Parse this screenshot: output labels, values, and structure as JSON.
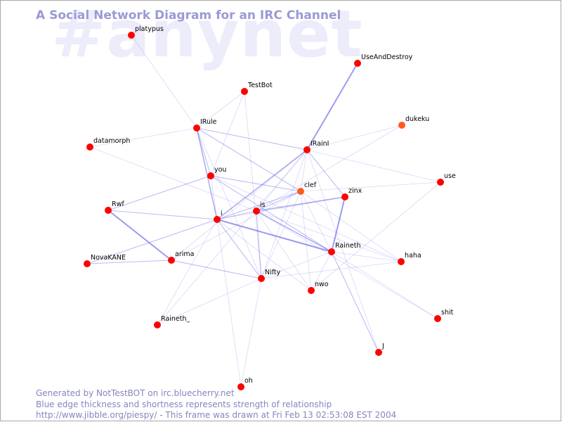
{
  "watermark": "#anynet",
  "title": "A Social Network Diagram for an IRC Channel",
  "footer": {
    "line1": "Generated by NotTestBOT on irc.bluecherry.net",
    "line2": "Blue edge thickness and shortness represents strength of relationship",
    "line3": "http://www.jibble.org/piespy/ - This frame was drawn at Fri Feb 13 02:53:08 EST 2004"
  },
  "colors": {
    "node": "#ff0000",
    "node_highlight": "#ff5a1e",
    "edge": "#6a6ae8"
  },
  "nodes": [
    {
      "id": "platypus",
      "label": "platypus"
    },
    {
      "id": "UseAndDestroy",
      "label": "UseAndDestroy"
    },
    {
      "id": "TestBot",
      "label": "TestBot"
    },
    {
      "id": "dukeku",
      "label": "dukeku",
      "highlight": true
    },
    {
      "id": "IRule",
      "label": "IRule"
    },
    {
      "id": "datamorph",
      "label": "datamorph"
    },
    {
      "id": "IRainI",
      "label": "IRainI"
    },
    {
      "id": "you",
      "label": "you"
    },
    {
      "id": "use",
      "label": "use"
    },
    {
      "id": "clef",
      "label": "clef",
      "highlight": true
    },
    {
      "id": "zinx",
      "label": "zinx"
    },
    {
      "id": "Rwf",
      "label": "Rwf"
    },
    {
      "id": "is",
      "label": "is"
    },
    {
      "id": "i",
      "label": "i"
    },
    {
      "id": "Raineth",
      "label": "Raineth"
    },
    {
      "id": "arima",
      "label": "arima"
    },
    {
      "id": "NovaKANE",
      "label": "NovaKANE"
    },
    {
      "id": "haha",
      "label": "haha"
    },
    {
      "id": "Nifty",
      "label": "Nifty"
    },
    {
      "id": "nwo",
      "label": "nwo"
    },
    {
      "id": "shit",
      "label": "shit"
    },
    {
      "id": "Raineth_",
      "label": "Raineth_"
    },
    {
      "id": "J",
      "label": "J"
    },
    {
      "id": "oh",
      "label": "oh"
    }
  ],
  "edges": [
    [
      "platypus",
      "IRule",
      1
    ],
    [
      "UseAndDestroy",
      "IRainI",
      2.5
    ],
    [
      "TestBot",
      "IRule",
      1
    ],
    [
      "TestBot",
      "you",
      1
    ],
    [
      "TestBot",
      "Nifty",
      1
    ],
    [
      "datamorph",
      "IRule",
      1
    ],
    [
      "datamorph",
      "is",
      1
    ],
    [
      "IRule",
      "IRainI",
      1.5
    ],
    [
      "IRule",
      "i",
      2
    ],
    [
      "IRule",
      "you",
      1.5
    ],
    [
      "IRule",
      "clef",
      1.5
    ],
    [
      "IRule",
      "Nifty",
      1
    ],
    [
      "dukeku",
      "IRainI",
      1
    ],
    [
      "dukeku",
      "is",
      1
    ],
    [
      "IRainI",
      "use",
      1
    ],
    [
      "IRainI",
      "zinx",
      1.5
    ],
    [
      "IRainI",
      "i",
      2
    ],
    [
      "IRainI",
      "clef",
      1
    ],
    [
      "IRainI",
      "is",
      1
    ],
    [
      "IRainI",
      "Nifty",
      1
    ],
    [
      "IRainI",
      "J",
      1
    ],
    [
      "IRainI",
      "Raineth_",
      1
    ],
    [
      "IRainI",
      "arima",
      1
    ],
    [
      "you",
      "clef",
      1.5
    ],
    [
      "you",
      "Rwf",
      1.5
    ],
    [
      "you",
      "i",
      1
    ],
    [
      "you",
      "Raineth",
      1.5
    ],
    [
      "you",
      "haha",
      1
    ],
    [
      "use",
      "clef",
      1
    ],
    [
      "use",
      "nwo",
      1
    ],
    [
      "clef",
      "i",
      1.5
    ],
    [
      "clef",
      "Raineth",
      1
    ],
    [
      "clef",
      "nwo",
      1
    ],
    [
      "clef",
      "Nifty",
      1
    ],
    [
      "clef",
      "arima",
      1
    ],
    [
      "clef",
      "haha",
      1
    ],
    [
      "clef",
      "is",
      1.5
    ],
    [
      "zinx",
      "is",
      2
    ],
    [
      "zinx",
      "Raineth",
      2.5
    ],
    [
      "zinx",
      "i",
      1
    ],
    [
      "Rwf",
      "i",
      1.5
    ],
    [
      "Rwf",
      "arima",
      2.5
    ],
    [
      "i",
      "is",
      1.5
    ],
    [
      "i",
      "Raineth",
      2.5
    ],
    [
      "i",
      "NovaKANE",
      1.5
    ],
    [
      "i",
      "Nifty",
      1.5
    ],
    [
      "i",
      "nwo",
      1
    ],
    [
      "i",
      "oh",
      1
    ],
    [
      "i",
      "Raineth_",
      1
    ],
    [
      "is",
      "Raineth",
      2
    ],
    [
      "is",
      "nwo",
      1
    ],
    [
      "is",
      "Nifty",
      1.5
    ],
    [
      "is",
      "shit",
      1
    ],
    [
      "is",
      "haha",
      1
    ],
    [
      "Raineth",
      "haha",
      1
    ],
    [
      "Raineth",
      "J",
      1.5
    ],
    [
      "Raineth",
      "Nifty",
      1
    ],
    [
      "Raineth",
      "nwo",
      1
    ],
    [
      "Raineth",
      "shit",
      1
    ],
    [
      "arima",
      "NovaKANE",
      1.5
    ],
    [
      "arima",
      "Nifty",
      1.5
    ],
    [
      "Nifty",
      "Raineth_",
      1
    ],
    [
      "Nifty",
      "oh",
      1
    ],
    [
      "Nifty",
      "haha",
      1
    ]
  ]
}
